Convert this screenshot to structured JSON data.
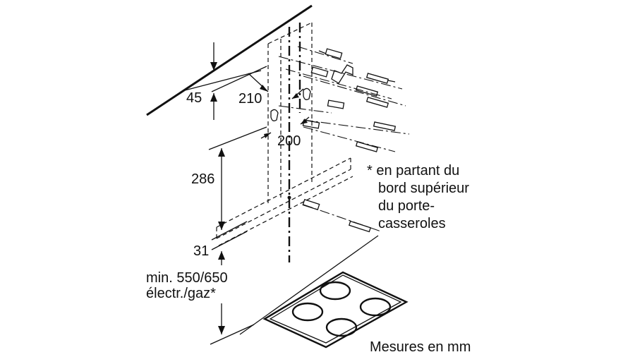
{
  "dimensions": {
    "ceiling_gap": "45",
    "horizontal_offset": "210",
    "bracket_width": "200",
    "bracket_drop": "286",
    "hood_lip": "31",
    "min_height_line1": "min. 550/650",
    "min_height_line2": "électr./gaz*"
  },
  "note": {
    "line1": "* en partant du",
    "line2": "bord supérieur",
    "line3": "du porte-",
    "line4": "casseroles"
  },
  "units_caption": "Mesures en mm"
}
